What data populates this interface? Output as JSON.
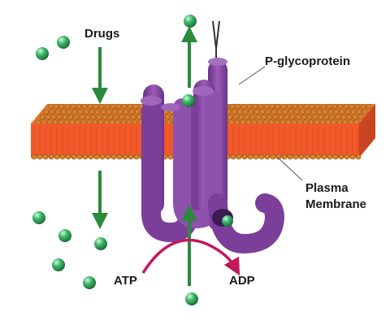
{
  "labels": {
    "drugs": "Drugs",
    "pgp": "P-glycoprotein",
    "plasma_line1": "Plasma",
    "plasma_line2": "Membrane",
    "atp": "ATP",
    "adp": "ADP"
  },
  "colors": {
    "membrane": "#f15a2b",
    "lipid_head": "#d9852c",
    "protein": "#8a4aa6",
    "protein_dark": "#5e2d78",
    "drug": "#2fa15a",
    "arrow_green": "#2b8a3e",
    "arrow_magenta": "#c2185b",
    "leader": "#555555"
  }
}
